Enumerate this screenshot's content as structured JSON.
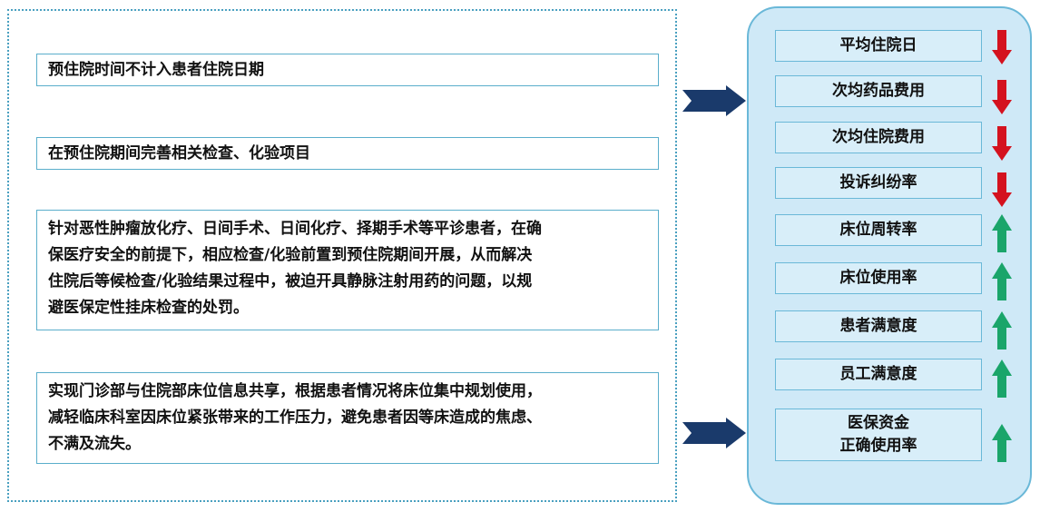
{
  "left_boxes": [
    {
      "text": "预住院时间不计入患者住院日期"
    },
    {
      "text": "在预住院期间完善相关检查、化验项目"
    },
    {
      "lines": [
        "针对恶性肿瘤放化疗、日间手术、日间化疗、择期手术等平诊患者，在确",
        "保医疗安全的前提下，相应检查/化验前置到预住院期间开展，从而解决",
        "住院后等候检查/化验结果过程中，被迫开具静脉注射用药的问题，以规",
        "避医保定性挂床检查的处罚。"
      ]
    },
    {
      "lines": [
        "实现门诊部与住院部床位信息共享，根据患者情况将床位集中规划使用，",
        "减轻临床科室因床位紧张带来的工作压力，避免患者因等床造成的焦虑、",
        "不满及流失。"
      ]
    }
  ],
  "metrics": [
    {
      "label": "平均住院日",
      "trend": "down"
    },
    {
      "label": "次均药品费用",
      "trend": "down"
    },
    {
      "label": "次均住院费用",
      "trend": "down"
    },
    {
      "label": "投诉纠纷率",
      "trend": "down"
    },
    {
      "label": "床位周转率",
      "trend": "up"
    },
    {
      "label": "床位使用率",
      "trend": "up"
    },
    {
      "label": "患者满意度",
      "trend": "up"
    },
    {
      "label": "员工满意度",
      "trend": "up"
    },
    {
      "lines": [
        "医保资金",
        "正确使用率"
      ],
      "trend": "up"
    }
  ],
  "colors": {
    "down_arrow": "#d4121e",
    "up_arrow": "#1aa56a",
    "connector_arrow": "#1a3a6b",
    "panel_fill": "#cfe9f7",
    "border": "#5aaecb"
  }
}
